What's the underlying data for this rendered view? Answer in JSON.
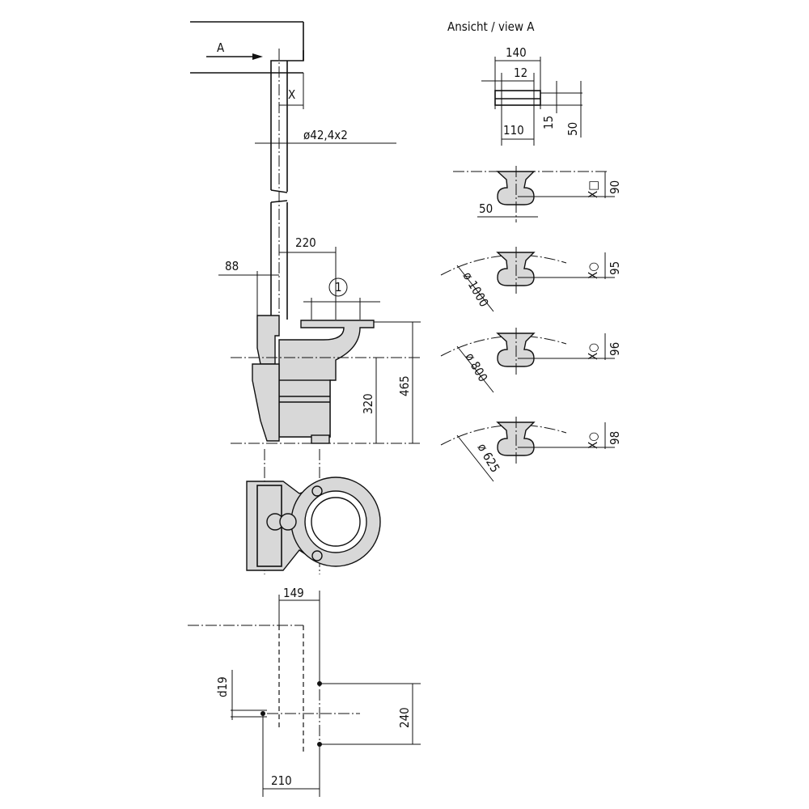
{
  "main_view": {
    "view_marker": "A",
    "detail_marker": "X",
    "pipe_spec": "ø42,4x2",
    "dim_220": "220",
    "dim_88": "88",
    "position_1": "1",
    "dim_465": "465",
    "dim_320": "320"
  },
  "foundation_view": {
    "dim_149": "149",
    "bolt_diameter": "d19",
    "dim_240": "240",
    "dim_210": "210"
  },
  "view_a": {
    "title": "Ansicht / view A",
    "dim_140": "140",
    "dim_12": "12",
    "dim_110": "110",
    "dim_15": "15",
    "dim_50": "50",
    "variants": [
      {
        "symbol": "X□",
        "height": "90",
        "width": "50"
      },
      {
        "symbol": "X○",
        "height": "95",
        "diameter": "ø 1000"
      },
      {
        "symbol": "X○",
        "height": "96",
        "diameter": "ø 800"
      },
      {
        "symbol": "X○",
        "height": "98",
        "diameter": "ø 625"
      }
    ]
  }
}
